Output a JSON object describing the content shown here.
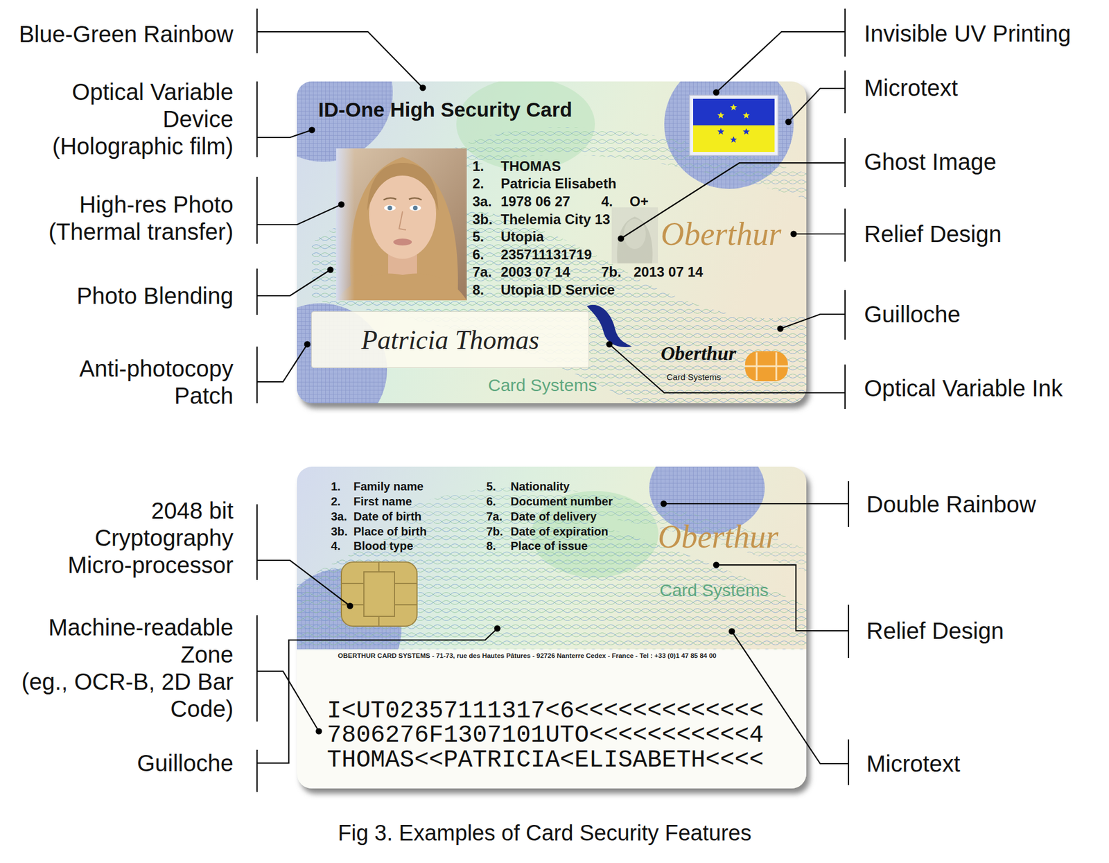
{
  "diagram": {
    "caption": "Fig 3. Examples of Card Security Features",
    "nodes": [
      {
        "text": [
          "ID-One High Security Card",
          "1.",
          "THOMAS",
          "2.",
          "Patricia Elisabeth",
          "3a.",
          "1978 06 27",
          "4.",
          "O+",
          "3b.",
          "Thelemia City 13",
          "5.",
          "Utopia",
          "6.",
          "235711131719",
          "7a.",
          "2003 07 14",
          "7b.",
          "2013 07 14",
          "8.",
          "Utopia ID Service",
          "Oberthur",
          "Card Systems",
          "Oberthur",
          "Card Systems"
        ]
      },
      {
        "text": [
          "Patricia Thomas"
        ],
        "in": 0
      },
      {
        "text": [
          "1.",
          "Family name",
          "2.",
          "First name",
          "3a.",
          "Date of birth",
          "3b.",
          "Place of birth",
          "4.",
          "Blood type",
          "5.",
          "Nationality",
          "6.",
          "Document number",
          "7a.",
          "Date of delivery",
          "7b.",
          "Date of expiration",
          "8.",
          "Place of issue",
          "Oberthur",
          "Card Systems",
          "OBERTHUR CARD SYSTEMS - 71-73, rue des Hautes Pâtures - 92726 Nanterre Cedex - France - Tel : +33 (0)1 47 85 84 00",
          "I<UT02357111317<6<<<<<<<<<<<<<",
          "7806276F1307101UTO<<<<<<<<<<<4",
          "THOMAS<<PATRICIA<ELISABETH<<<<"
        ]
      }
    ],
    "labels": [
      "Blue-Green Rainbow",
      "Optical Variable Device (Holographic film)",
      "High-res Photo (Thermal transfer)",
      "Photo Blending",
      "Anti-photocopy Patch",
      "Invisible UV Printing",
      "Microtext",
      "Ghost Image",
      "Relief Design",
      "Guilloche",
      "Optical Variable Ink",
      "2048 bit Cryptography Micro-processor",
      "Machine-readable Zone (eg., OCR-B, 2D Bar Code)",
      "Guilloche",
      "Double Rainbow",
      "Relief Design",
      "Microtext"
    ]
  }
}
